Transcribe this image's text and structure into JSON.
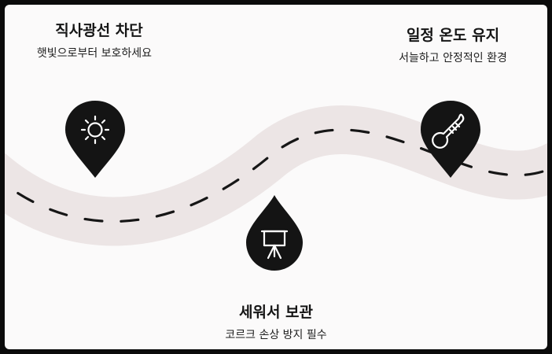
{
  "colors": {
    "background": "#fbfafa",
    "road": "#ece5e5",
    "dash": "#161616",
    "marker": "#141414",
    "icon": "#ffffff"
  },
  "steps": [
    {
      "title": "직사광선 차단",
      "description": "햇빛으로부터 보호하세요",
      "icon": "sun-icon"
    },
    {
      "title": "세워서 보관",
      "description": "코르크 손상 방지 필수",
      "icon": "easel-icon"
    },
    {
      "title": "일정 온도 유지",
      "description": "서늘하고 안정적인 환경",
      "icon": "thermometer-icon"
    }
  ]
}
